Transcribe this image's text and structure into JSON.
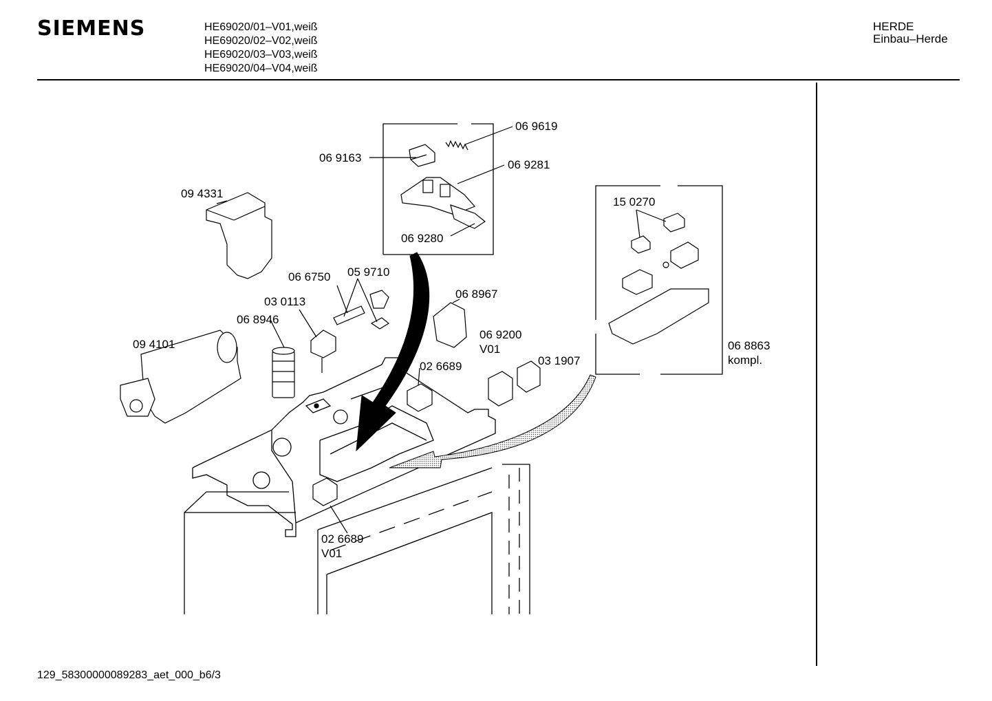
{
  "header": {
    "brand": "SIEMENS",
    "models": [
      "HE69020/01–V01,weiß",
      "HE69020/02–V02,weiß",
      "HE69020/03–V03,weiß",
      "HE69020/04–V04,weiß"
    ],
    "category": "HERDE",
    "subcategory": "Einbau–Herde"
  },
  "parts": {
    "p069619": "06 9619",
    "p069163": "06 9163",
    "p069281": "06 9281",
    "p069280": "06 9280",
    "p094331": "09 4331",
    "p150270": "15 0270",
    "p066750": "06 6750",
    "p059710": "05 9710",
    "p030113": "03 0113",
    "p068946": "06 8946",
    "p068967": "06 8967",
    "p094101": "09 4101",
    "p069200": "06 9200",
    "p069200v": "V01",
    "p031907": "03 1907",
    "p026689a": "02 6689",
    "p068863": "06 8863",
    "p068863k": "kompl.",
    "p026689b": "02 6689",
    "p026689bv": "V01"
  },
  "footer": {
    "code": "129_58300000089283_aet_000_b6/3"
  }
}
